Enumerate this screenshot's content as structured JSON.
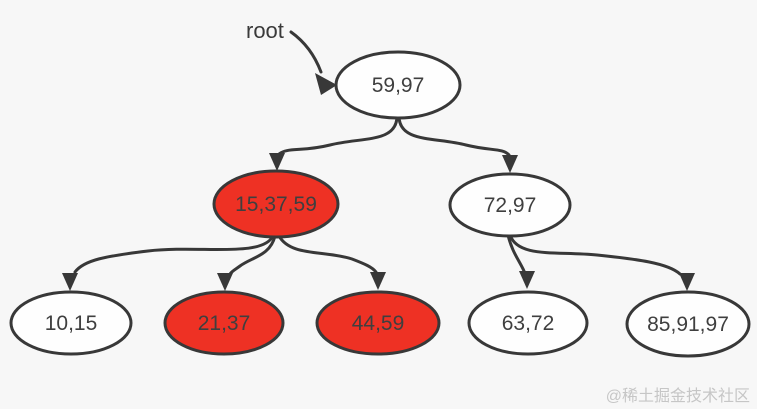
{
  "colors": {
    "background": "#f7f7f7",
    "node_fill_white": "#fefefe",
    "node_fill_red": "#ee3124",
    "stroke": "#383838",
    "text": "#3f3f3f",
    "watermark": "#c6c6c6"
  },
  "pointer": {
    "label": "root"
  },
  "watermark": {
    "text": "@稀土掘金技术社区"
  },
  "nodes": [
    {
      "id": "59,97",
      "label": "59,97",
      "fill": "white",
      "highlighted": false
    },
    {
      "id": "15,37,59",
      "label": "15,37,59",
      "fill": "red",
      "highlighted": true
    },
    {
      "id": "72,97",
      "label": "72,97",
      "fill": "white",
      "highlighted": false
    },
    {
      "id": "10,15",
      "label": "10,15",
      "fill": "white",
      "highlighted": false
    },
    {
      "id": "21,37",
      "label": "21,37",
      "fill": "red",
      "highlighted": true
    },
    {
      "id": "44,59",
      "label": "44,59",
      "fill": "red",
      "highlighted": true
    },
    {
      "id": "63,72",
      "label": "63,72",
      "fill": "white",
      "highlighted": false
    },
    {
      "id": "85,91,97",
      "label": "85,91,97",
      "fill": "white",
      "highlighted": false
    }
  ],
  "edges": [
    {
      "from": "59,97",
      "to": "15,37,59"
    },
    {
      "from": "59,97",
      "to": "72,97"
    },
    {
      "from": "15,37,59",
      "to": "10,15"
    },
    {
      "from": "15,37,59",
      "to": "21,37"
    },
    {
      "from": "15,37,59",
      "to": "44,59"
    },
    {
      "from": "72,97",
      "to": "63,72"
    },
    {
      "from": "72,97",
      "to": "85,91,97"
    }
  ]
}
